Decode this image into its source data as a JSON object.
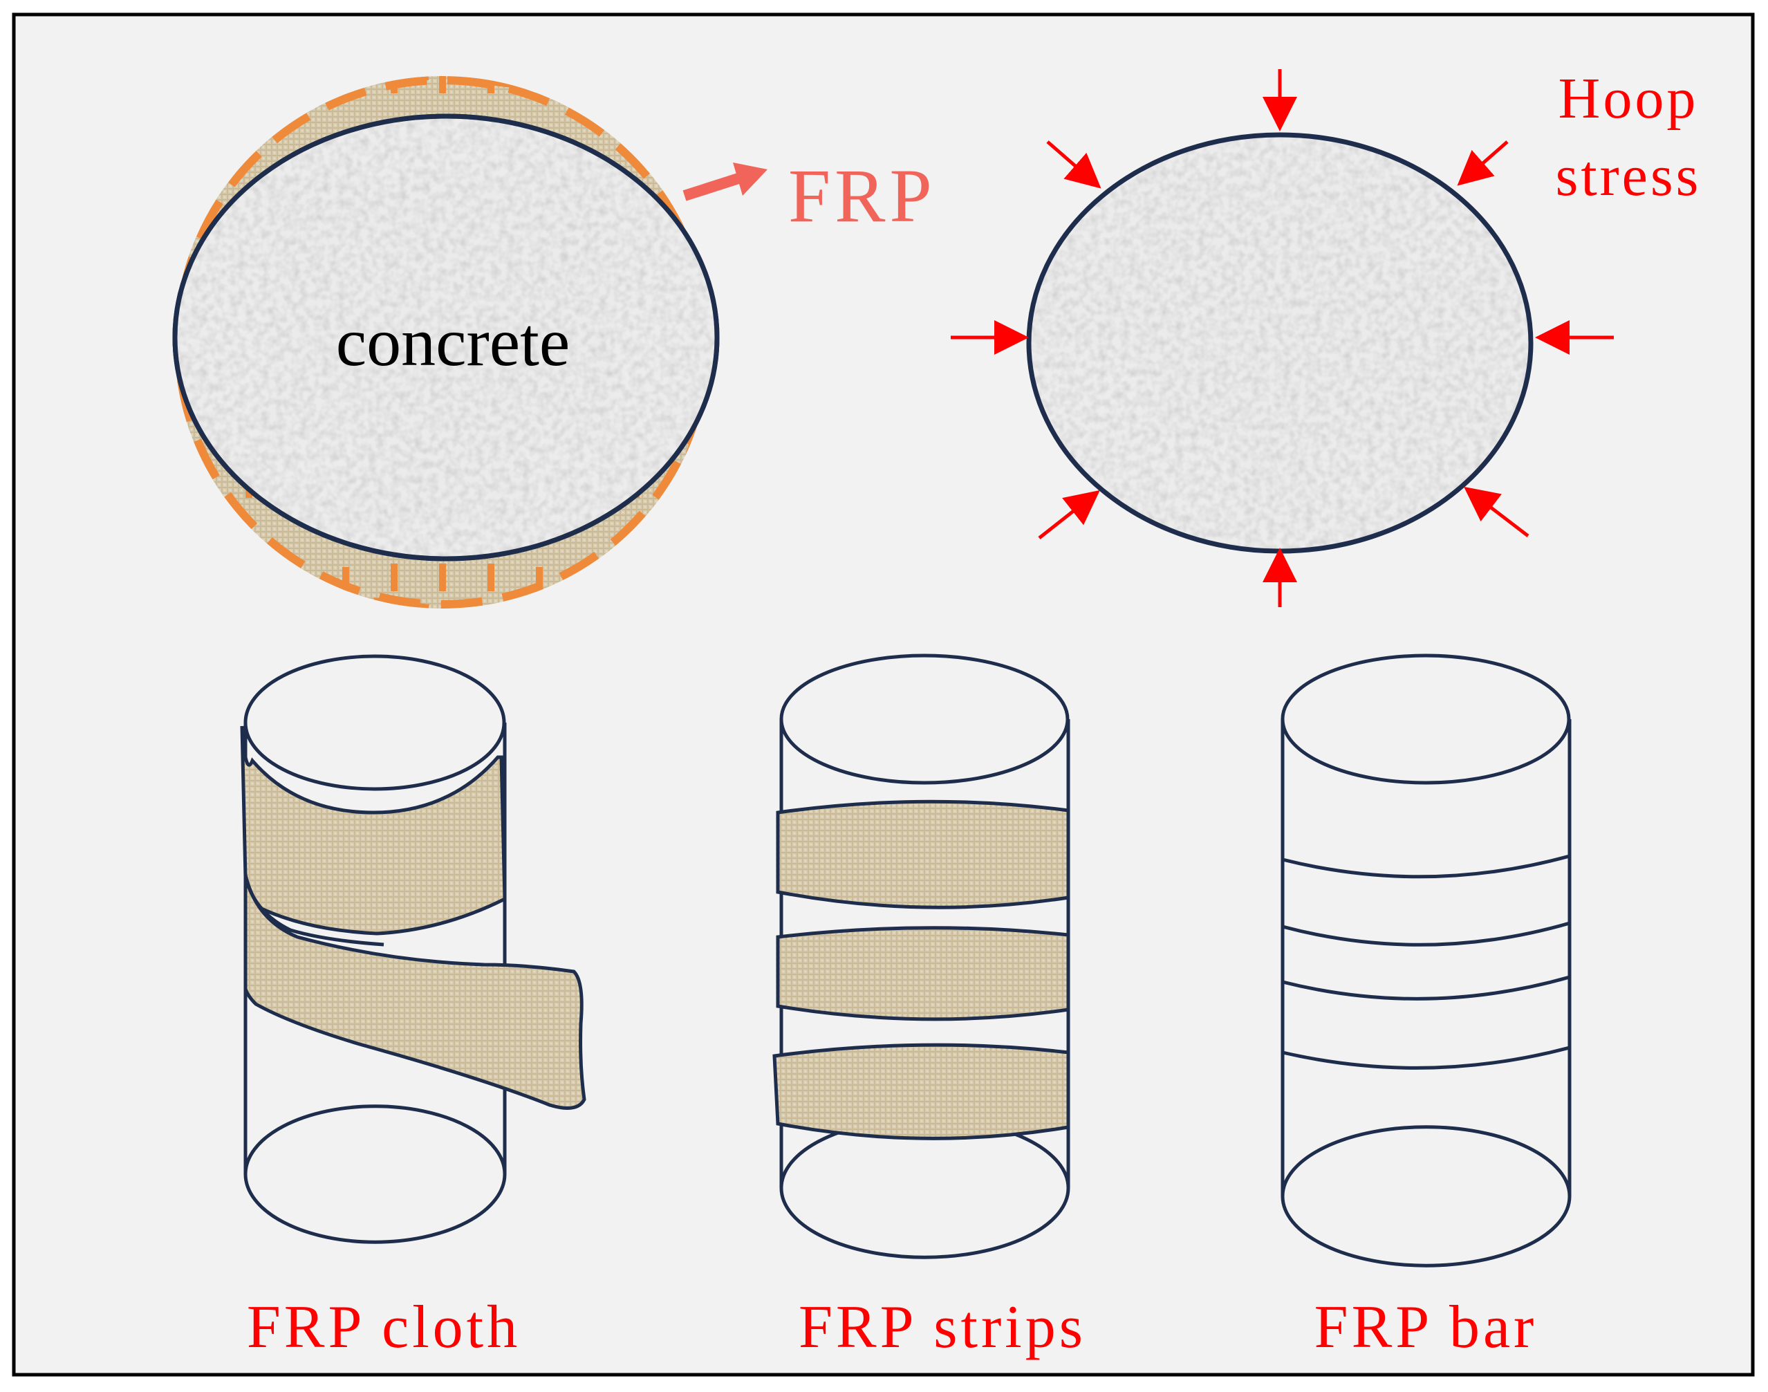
{
  "labels": {
    "concrete": "concrete",
    "frp": "FRP",
    "hoop_line1": "Hoop",
    "hoop_line2": "stress",
    "cloth": "FRP cloth",
    "strips": "FRP strips",
    "bar": "FRP bar"
  },
  "colors": {
    "background": "#f2f2f2",
    "frame": "#000000",
    "outline": "#1f2d4d",
    "frp_orange": "#ef8a3a",
    "frp_label": "#f0645a",
    "stress_red": "#ff0000",
    "label_red": "#ff0000",
    "fabric": "#d8ccb0",
    "concrete": "#e6e6e6"
  }
}
